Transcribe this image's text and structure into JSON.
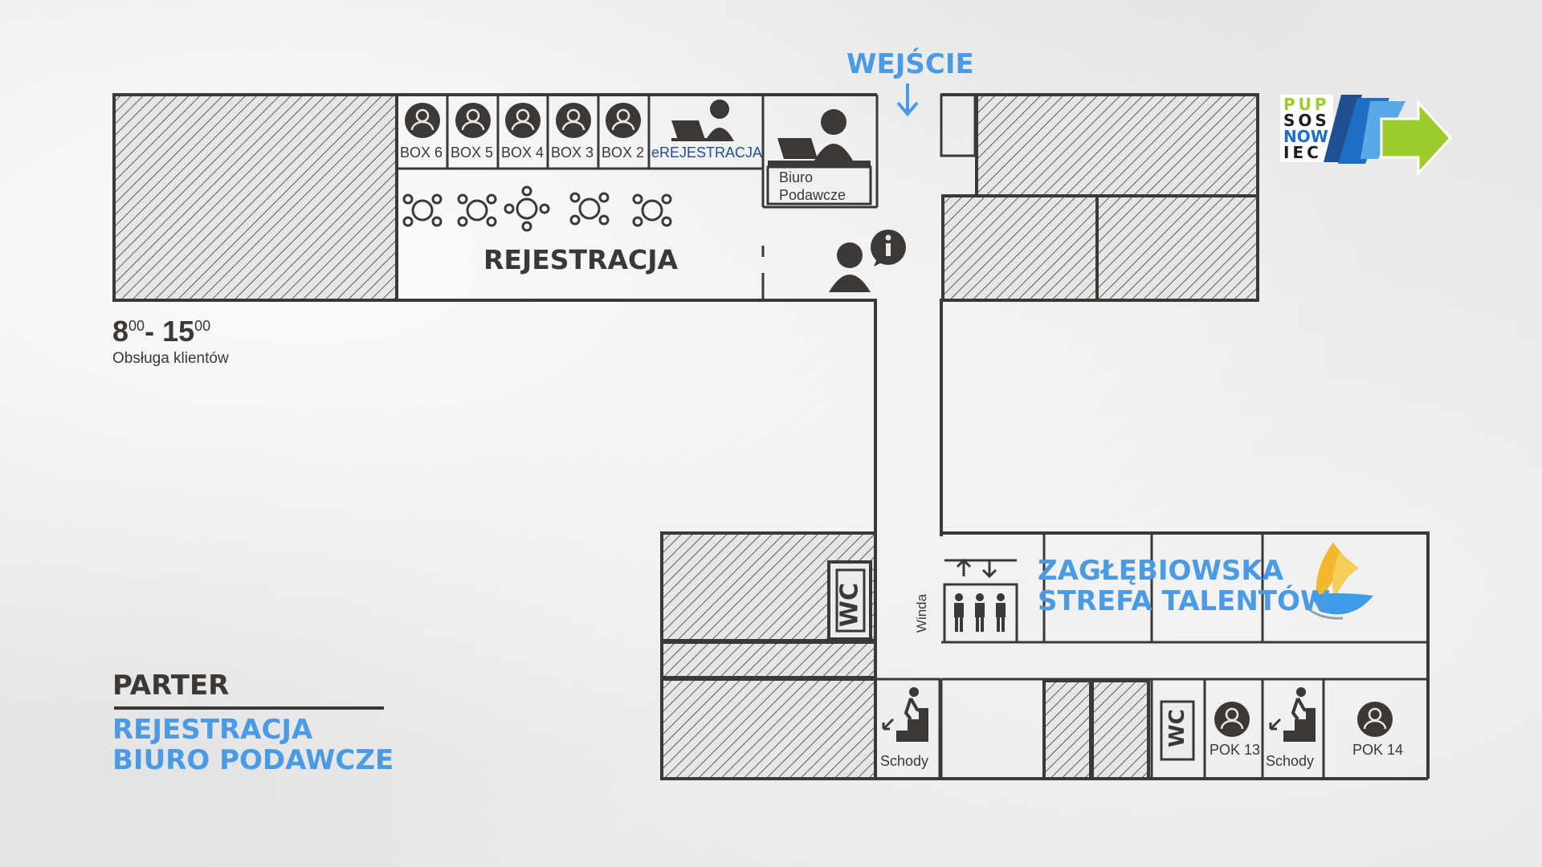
{
  "entrance": {
    "label": "WEJŚCIE"
  },
  "boxes": [
    {
      "label": "BOX 6"
    },
    {
      "label": "BOX 5"
    },
    {
      "label": "BOX 4"
    },
    {
      "label": "BOX 3"
    },
    {
      "label": "BOX 2"
    }
  ],
  "ereg": {
    "label": "eREJESTRACJA"
  },
  "biuro": {
    "line1": "Biuro",
    "line2": "Podawcze"
  },
  "registration": {
    "label": "REJESTRACJA"
  },
  "hours": {
    "from_hour": "8",
    "from_min": "00",
    "sep": "-",
    "to_hour": "15",
    "to_min": "00",
    "caption": "Obsługa klientów"
  },
  "legend": {
    "floor": "PARTER",
    "line1": "REJESTRACJA",
    "line2": "BIURO PODAWCZE"
  },
  "wc1": "WC",
  "wc2": "WC",
  "winda": "Winda",
  "schody1": "Schody",
  "schody2": "Schody",
  "pok13": "POK 13",
  "pok14": "POK 14",
  "talent": {
    "line1": "ZAGŁĘBIOWSKA",
    "line2": "STREFA TALENTÓW"
  },
  "logo": {
    "l1": "PUP",
    "l2": "SOS",
    "l3": "NOW",
    "l4": "IEC"
  },
  "colors": {
    "ink": "#3c3836",
    "accent_blue": "#4a9be3",
    "dark_blue": "#1d4f91",
    "logo_green": "#9ccb2c",
    "logo_blue": "#1d6fc4"
  }
}
